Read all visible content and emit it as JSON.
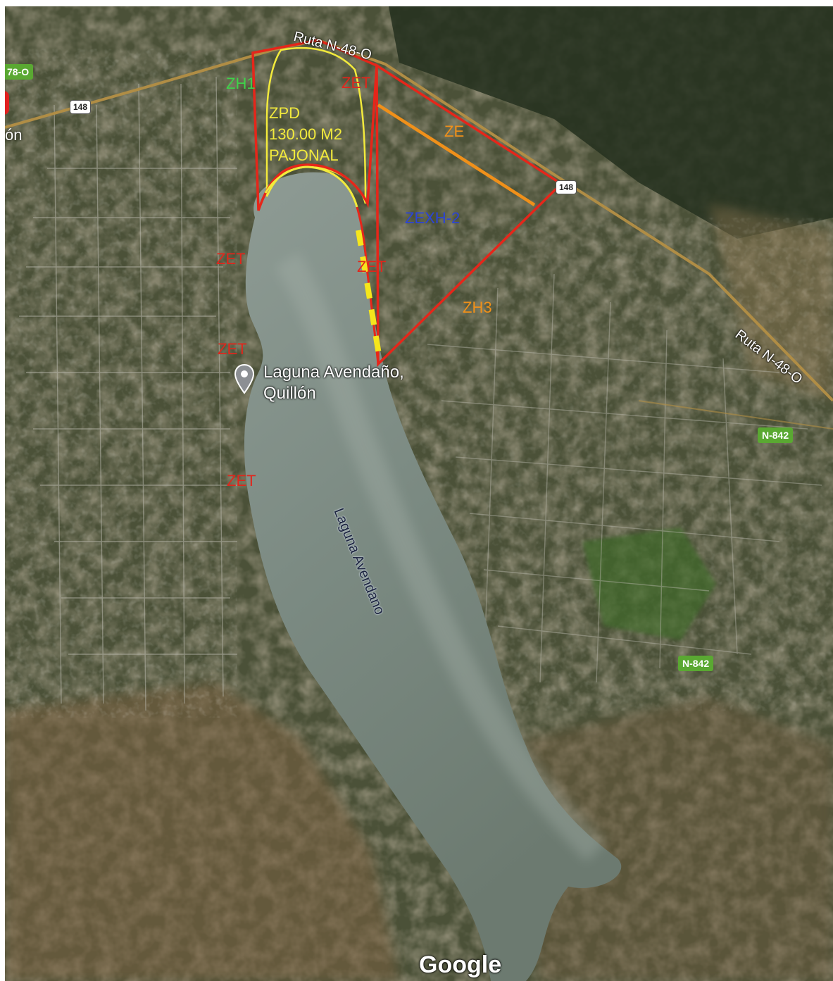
{
  "map": {
    "colors": {
      "boundary": "#e6261a",
      "highlight": "#f2ea3c",
      "orange": "#f0901a",
      "lake": "#7d8d86",
      "vegetation": "#33402a"
    },
    "routes": {
      "north": "Ruta N-48-O",
      "east": "Ruta N-48-O",
      "west_tag": "78-O",
      "west_fragment": "ón",
      "shield_west": "148",
      "shield_east": "148",
      "n842_upper": "N-842",
      "n842_lower": "N-842"
    },
    "zones": {
      "zh1": "ZH1",
      "zet_north": "ZET",
      "zpd_line1": "ZPD",
      "zpd_line2": "130.00 M2",
      "zpd_line3": "PAJONAL",
      "ze": "ZE",
      "zexh2": "ZEXH-2",
      "zet_shore": "ZET",
      "zh3": "ZH3",
      "zet_west1": "ZET",
      "zet_west2": "ZET",
      "zet_west3": "ZET"
    },
    "place": {
      "line1": "Laguna Avendaño,",
      "line2": "Quillón",
      "pin_icon": "map-pin-icon"
    },
    "lake_label": "Laguna Avendano",
    "attribution": "Google"
  }
}
